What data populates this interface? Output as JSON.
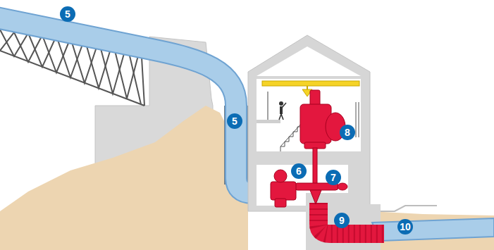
{
  "diagram": {
    "labels": [
      "5",
      "5",
      "6",
      "7",
      "8",
      "9",
      "10"
    ]
  }
}
